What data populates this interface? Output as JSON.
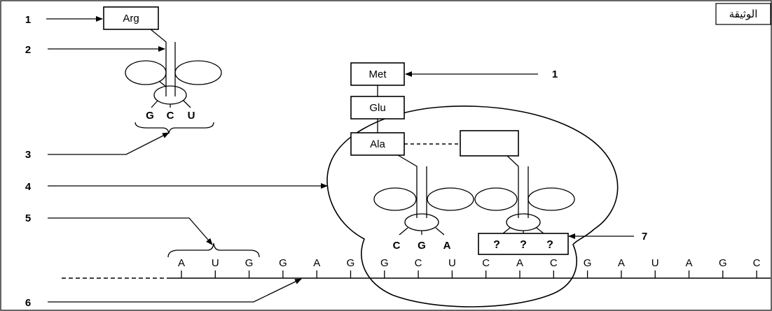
{
  "document_label": "الوثيقة",
  "labels": [
    "1",
    "2",
    "3",
    "4",
    "5",
    "6",
    "7",
    "1"
  ],
  "left_trna": {
    "amino_acid": "Arg",
    "anticodon": [
      "G",
      "C",
      "U"
    ]
  },
  "chain": [
    "Met",
    "Glu",
    "Ala"
  ],
  "incoming_box": "",
  "trna_middle_anticodon": [
    "C",
    "G",
    "A"
  ],
  "trna_right_anticodon": [
    "?",
    "?",
    "?"
  ],
  "mrna_bases": [
    "A",
    "U",
    "G",
    "G",
    "A",
    "G",
    "G",
    "C",
    "U",
    "C",
    "A",
    "C",
    "G",
    "A",
    "U",
    "A",
    "G",
    "C"
  ]
}
